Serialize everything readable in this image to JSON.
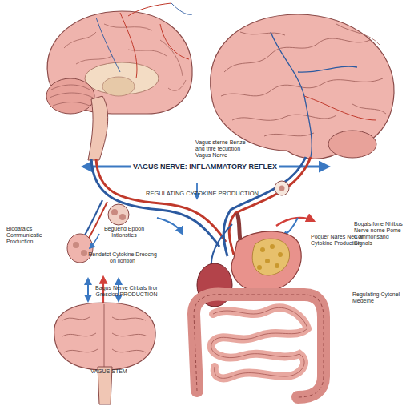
{
  "diagram": {
    "title": "VAGUS NERVE: INFLAMMATORY REFLEX",
    "labels": [
      "Vagus sterne Benze and thre tecubtion Vagus Nerve",
      "REGULATING CYTOKINE PRODUCTION",
      "Bogals fone Nhibus Nerve norne Pome Commonsand Signals",
      "Biodafaics Communicatie Production",
      "Beguend Epoon Intlonsties",
      "Rendetct Cytokine Dreocng on llontion",
      "Poquer Nares Ned al Cytokine Production",
      "Bagus Nerve Cirbals liror Grescion PRODUCTION",
      "Regulating Cytonel Medeine",
      "VAGUS STEM"
    ]
  }
}
